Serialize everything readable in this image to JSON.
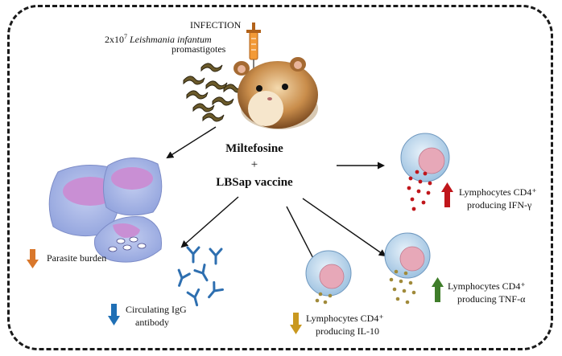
{
  "infection": {
    "title": "INFECTION",
    "dose": "2x10",
    "exponent": "7",
    "species": "Leishmania infantum",
    "stage": "promastigotes"
  },
  "treatment": {
    "drug": "Miltefosine",
    "plus": "+",
    "vaccine": "LBSap vaccine"
  },
  "outcomes": {
    "parasite_burden": "Parasite burden",
    "igg_line1": "Circulating IgG",
    "igg_line2": "antibody",
    "il10_line1": "Lymphocytes CD4⁺",
    "il10_line2": "producing IL-10",
    "ifn_line1": "Lymphocytes CD4⁺",
    "ifn_line2": "producing IFN-γ",
    "tnf_line1": "Lymphocytes CD4⁺",
    "tnf_line2": "producing TNF-α"
  },
  "colors": {
    "arrow_down_orange": "#d9772b",
    "arrow_down_blue": "#1f6fb5",
    "arrow_down_gold": "#c9981f",
    "arrow_up_red": "#c0161b",
    "arrow_up_green": "#3f7d2a",
    "cell_body": "#bfd8ec",
    "nucleus": "#e7a8b8",
    "macrophage": "#a9b8e6",
    "macro_nucleus": "#c98fd4"
  }
}
